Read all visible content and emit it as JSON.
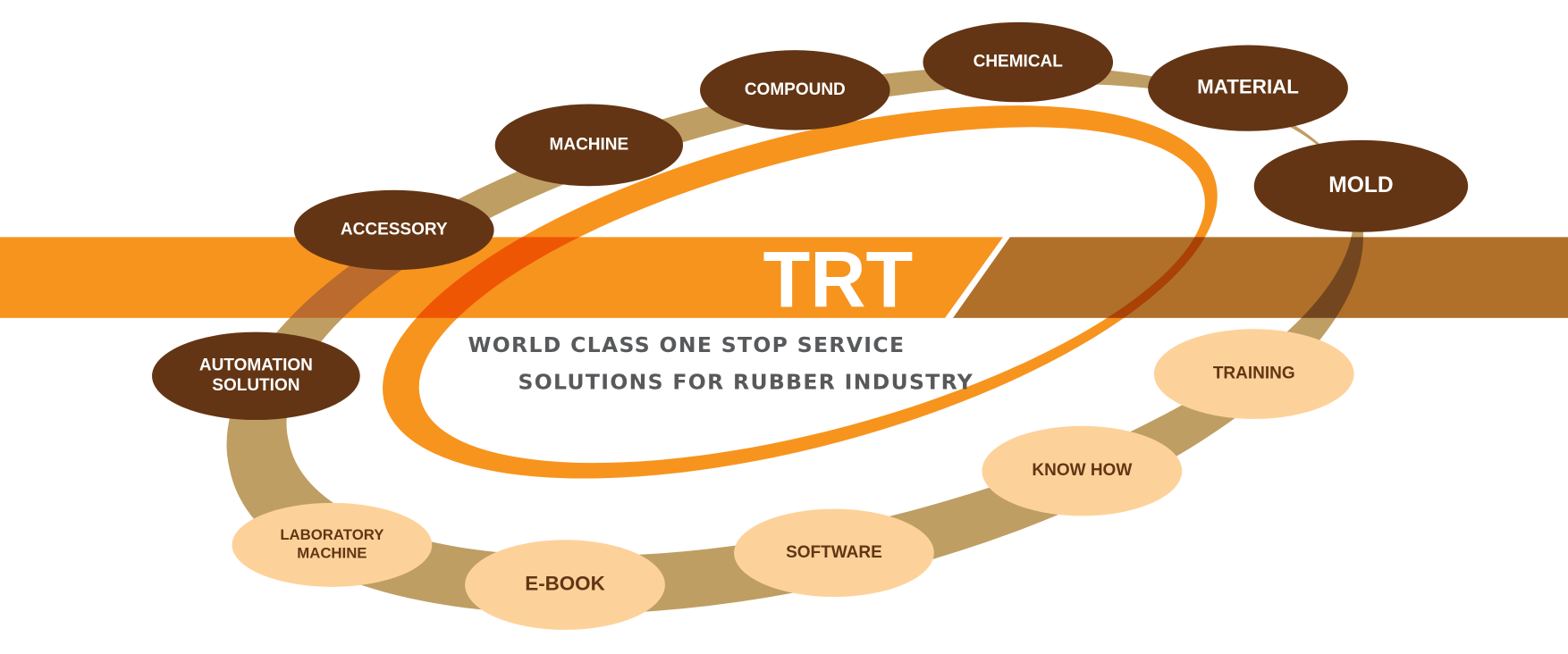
{
  "logo": {
    "text": "TRT"
  },
  "tagline": {
    "line1": "WORLD CLASS ONE STOP SERVICE",
    "line2": "SOLUTIONS FOR RUBBER INDUSTRY"
  },
  "colors": {
    "banner_orange": "#F7941E",
    "banner_brown": "#B0702A",
    "ring_tan": "#BF9E63",
    "ring_orange": "#F7941E",
    "node_dark": "#633514",
    "node_light": "#FDD29A",
    "tagline_gray": "#58595B"
  },
  "nodes_dark": [
    {
      "id": "accessory",
      "lines": [
        "ACCESSORY"
      ]
    },
    {
      "id": "machine",
      "lines": [
        "MACHINE"
      ]
    },
    {
      "id": "compound",
      "lines": [
        "COMPOUND"
      ]
    },
    {
      "id": "chemical",
      "lines": [
        "CHEMICAL"
      ]
    },
    {
      "id": "material",
      "lines": [
        "MATERIAL"
      ]
    },
    {
      "id": "mold",
      "lines": [
        "MOLD"
      ]
    },
    {
      "id": "automation-solution",
      "lines": [
        "AUTOMATION",
        "SOLUTION"
      ]
    }
  ],
  "nodes_light": [
    {
      "id": "training",
      "lines": [
        "TRAINING"
      ]
    },
    {
      "id": "know-how",
      "lines": [
        "KNOW HOW"
      ]
    },
    {
      "id": "software",
      "lines": [
        "SOFTWARE"
      ]
    },
    {
      "id": "e-book",
      "lines": [
        "E-BOOK"
      ]
    },
    {
      "id": "laboratory-machine",
      "lines": [
        "LABORATORY",
        "MACHINE"
      ]
    }
  ]
}
